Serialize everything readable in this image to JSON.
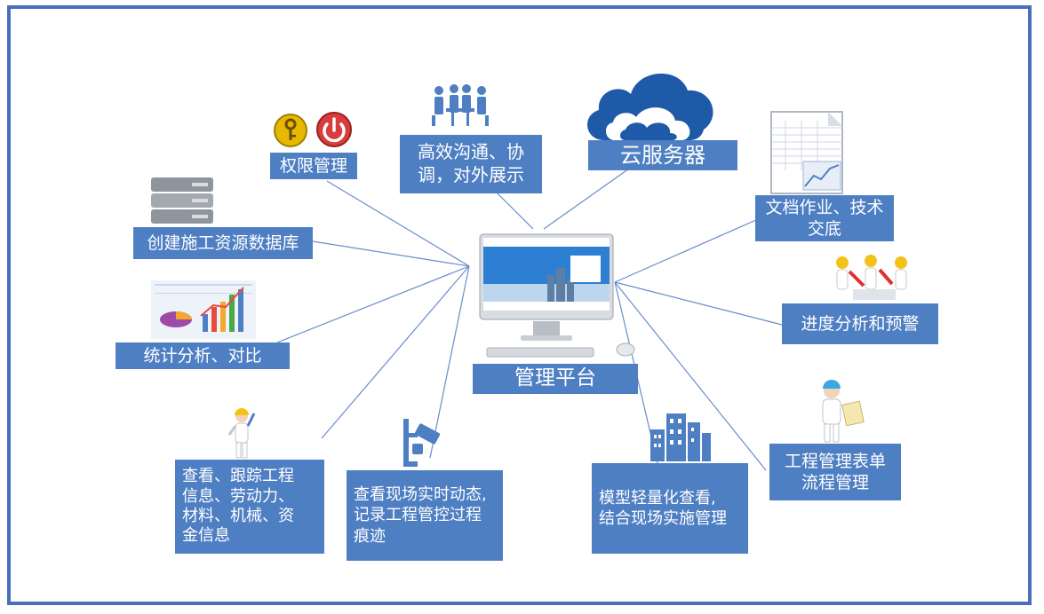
{
  "center": {
    "label": "管理平台"
  },
  "nodes": {
    "permission": "权限管理",
    "communication": "高效沟通、协\n调，对外展示",
    "cloud": "云服务器",
    "document": "文档作业、技术\n交底",
    "database": "创建施工资源数据库",
    "progress": "进度分析和预警",
    "statistics": "统计分析、对比",
    "tracking": "查看、跟踪工程\n信息、劳动力、\n材料、机械、资\n金信息",
    "realtime": "查看现场实时动态,\n记录工程管控过程\n痕迹",
    "model": "模型轻量化查看,\n结合现场实施管理",
    "forms": "工程管理表单\n流程管理"
  },
  "colors": {
    "box": "#4f7fc3",
    "frame": "#4a6fb8",
    "line": "#5b7fc2"
  }
}
